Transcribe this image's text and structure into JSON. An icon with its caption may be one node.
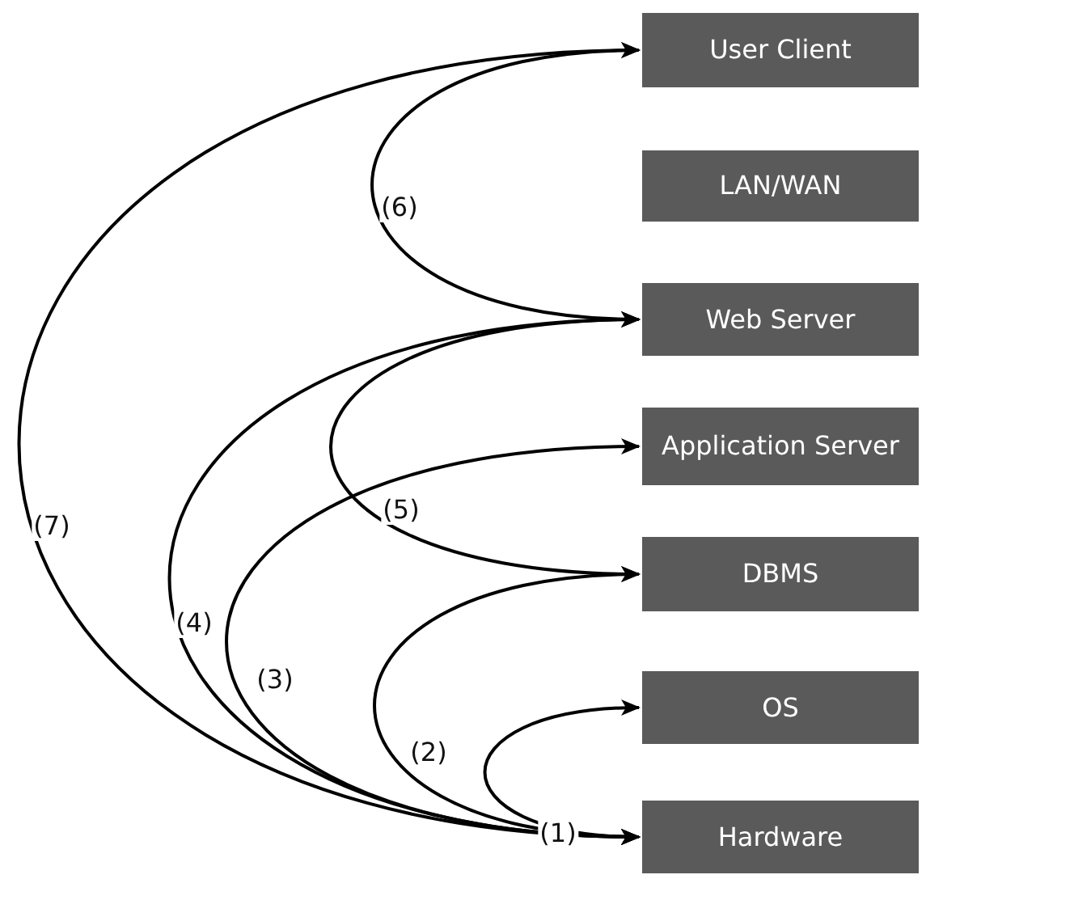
{
  "diagram": {
    "nodes": [
      {
        "text": [
          "User Client"
        ]
      },
      {
        "text": [
          "LAN/WAN"
        ]
      },
      {
        "text": [
          "Web Server"
        ]
      },
      {
        "text": [
          "Application Server"
        ]
      },
      {
        "text": [
          "DBMS"
        ]
      },
      {
        "text": [
          "OS"
        ]
      },
      {
        "text": [
          "Hardware"
        ]
      }
    ],
    "edges": [
      {
        "from": 6,
        "to": 5,
        "arrow": "both",
        "label": "(1)"
      },
      {
        "from": 6,
        "to": 4,
        "arrow": "both",
        "label": "(2)"
      },
      {
        "from": 6,
        "to": 3,
        "arrow": "both",
        "label": "(3)"
      },
      {
        "from": 6,
        "to": 2,
        "arrow": "both",
        "label": "(4)"
      },
      {
        "from": 2,
        "to": 4,
        "arrow": "both",
        "label": "(5)"
      },
      {
        "from": 0,
        "to": 2,
        "arrow": "both",
        "label": "(6)"
      },
      {
        "from": 6,
        "to": 0,
        "arrow": "both",
        "label": "(7)"
      }
    ]
  }
}
